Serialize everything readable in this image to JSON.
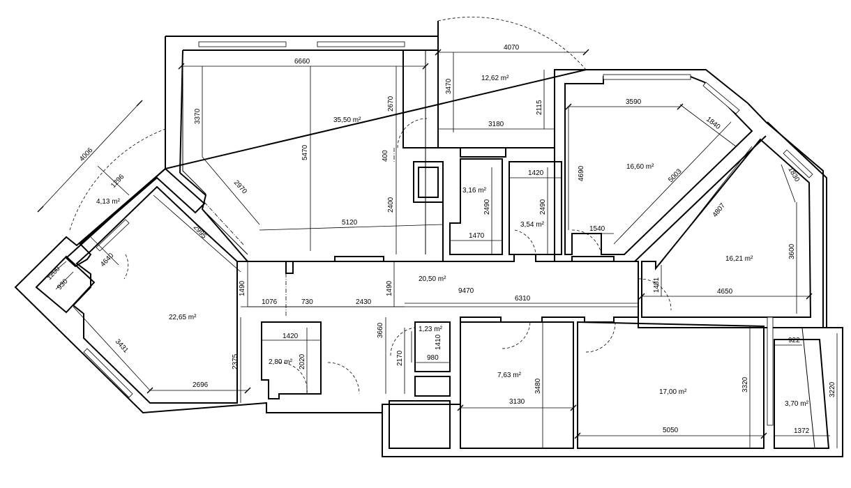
{
  "areas": {
    "living": "35,50 m²",
    "top_room": "12,62 m²",
    "bedroom_ne": "16,60 m²",
    "bedroom_e": "16,21 m²",
    "balcony_w": "4,13 m²",
    "room_sw": "22,65 m²",
    "wc_small": "3,16 m²",
    "bath_a": "3,54 m²",
    "corridor": "20,50 m²",
    "storage_a": "2,80 m²",
    "storage_b": "1,23 m²",
    "room_s": "7,63 m²",
    "room_se": "17,00 m²",
    "balcony_e": "3,70 m²"
  },
  "dims": {
    "d6660": "6660",
    "d3370": "3370",
    "d2670": "2670",
    "d5470": "5470",
    "d400": "400",
    "d2970": "2970",
    "d5120": "5120",
    "d2400": "2400",
    "d4070": "4070",
    "d3470": "3470",
    "d3180": "3180",
    "d2115": "2115",
    "d3590": "3590",
    "d1840": "1840",
    "d4690": "4690",
    "d5003": "5003",
    "d1830": "1830",
    "d4807": "4807",
    "d3600": "3600",
    "d1540": "1540",
    "d4650": "4650",
    "d1481": "1481",
    "d4006": "4006",
    "d1296": "1296",
    "d2995": "2995",
    "d4640": "4640",
    "d1200": "1200",
    "d930": "930",
    "d1490a": "1490",
    "d1076": "1076",
    "d730": "730",
    "d2430": "2430",
    "d9470": "9470",
    "d6310": "6310",
    "d1490b": "1490",
    "d3431": "3431",
    "d2375": "2375",
    "d2696": "2696",
    "d1420a": "1420",
    "d2020": "2020",
    "d3660": "3660",
    "d2170": "2170",
    "d1410": "1410",
    "d980": "980",
    "d2490a": "2490",
    "d1470": "1470",
    "d1420b": "1420",
    "d2490b": "2490",
    "d3480": "3480",
    "d3130": "3130",
    "d3320": "3320",
    "d5050": "5050",
    "d922": "922",
    "d1372": "1372",
    "d3220": "3220"
  }
}
